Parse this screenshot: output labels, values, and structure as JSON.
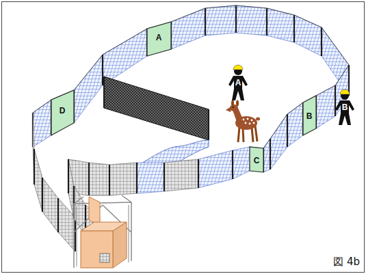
{
  "diagram": {
    "caption": "図 4b",
    "nodes": [
      {
        "text": [
          "A"
        ]
      },
      {
        "text": [
          "A"
        ]
      },
      {
        "text": [
          "B"
        ]
      },
      {
        "text": [
          "D"
        ]
      },
      {
        "text": [
          "B"
        ]
      },
      {
        "text": [
          "C"
        ]
      }
    ]
  }
}
